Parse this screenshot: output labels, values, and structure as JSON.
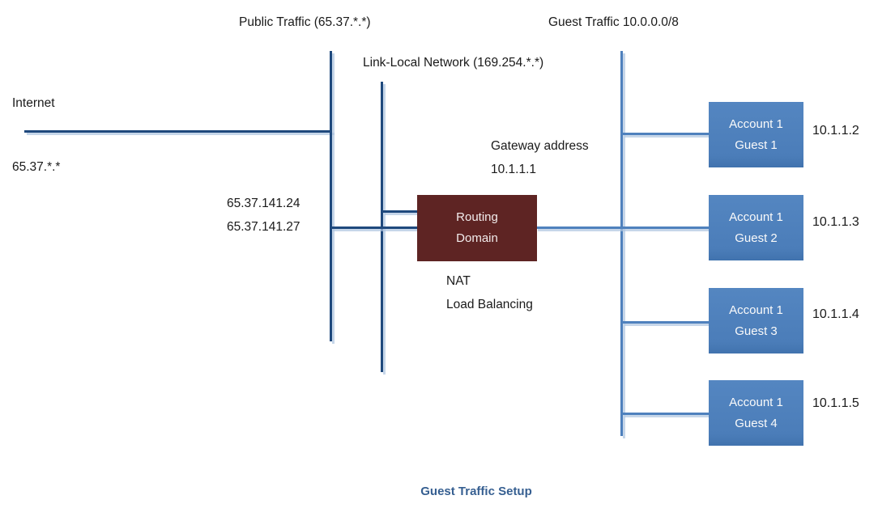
{
  "title": "Guest Traffic Setup",
  "labels": {
    "public_traffic": "Public Traffic (65.37.*.*)",
    "guest_traffic": "Guest Traffic 10.0.0.0/8",
    "link_local": "Link-Local Network (169.254.*.*)",
    "internet": "Internet",
    "internet_ip": "65.37.*.*",
    "public_ip_1": "65.37.141.24",
    "public_ip_2": "65.37.141.27",
    "gateway_label": "Gateway address",
    "gateway_ip": "10.1.1.1",
    "nat": "NAT",
    "load_balancing": "Load Balancing",
    "caption": "Guest Traffic Setup"
  },
  "routing_domain": {
    "line1": "Routing",
    "line2": "Domain"
  },
  "guests": [
    {
      "account": "Account 1",
      "guest": "Guest 1",
      "ip": "10.1.1.2"
    },
    {
      "account": "Account 1",
      "guest": "Guest 2",
      "ip": "10.1.1.3"
    },
    {
      "account": "Account 1",
      "guest": "Guest 3",
      "ip": "10.1.1.4"
    },
    {
      "account": "Account 1",
      "guest": "Guest 4",
      "ip": "10.1.1.5"
    }
  ],
  "colors": {
    "navy_line": "#1F497D",
    "guest_line": "#4F81BD",
    "routing_box": "#5E2423",
    "guest_box": "#4F81BD",
    "caption": "#365F91"
  }
}
